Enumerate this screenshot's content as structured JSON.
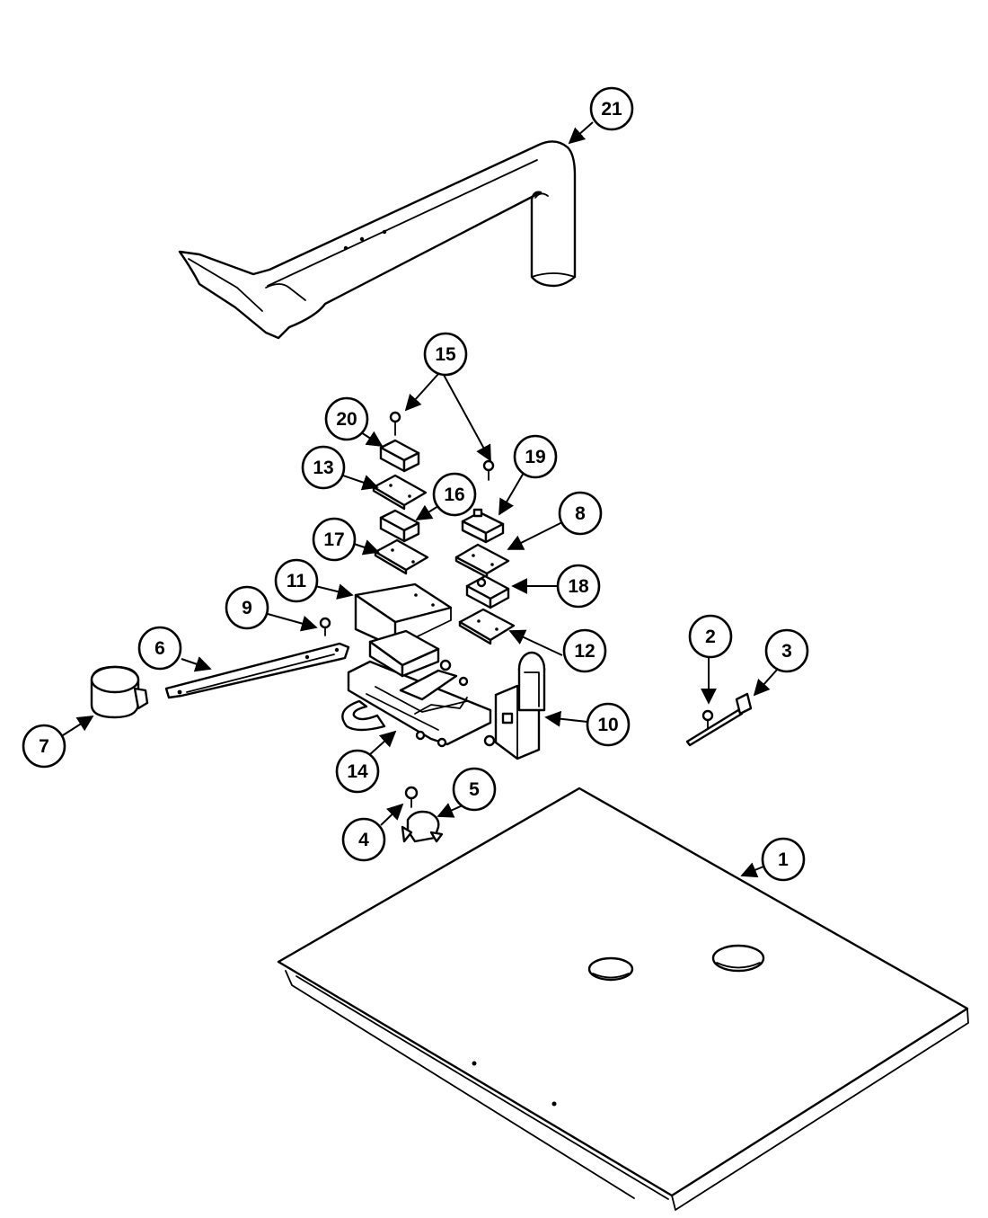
{
  "diagram": {
    "callouts": [
      {
        "id": "1",
        "label": "1"
      },
      {
        "id": "2",
        "label": "2"
      },
      {
        "id": "3",
        "label": "3"
      },
      {
        "id": "4",
        "label": "4"
      },
      {
        "id": "5",
        "label": "5"
      },
      {
        "id": "6",
        "label": "6"
      },
      {
        "id": "7",
        "label": "7"
      },
      {
        "id": "8",
        "label": "8"
      },
      {
        "id": "9",
        "label": "9"
      },
      {
        "id": "10",
        "label": "10"
      },
      {
        "id": "11",
        "label": "11"
      },
      {
        "id": "12",
        "label": "12"
      },
      {
        "id": "13",
        "label": "13"
      },
      {
        "id": "14",
        "label": "14"
      },
      {
        "id": "15",
        "label": "15"
      },
      {
        "id": "16",
        "label": "16"
      },
      {
        "id": "17",
        "label": "17"
      },
      {
        "id": "18",
        "label": "18"
      },
      {
        "id": "19",
        "label": "19"
      },
      {
        "id": "20",
        "label": "20"
      },
      {
        "id": "21",
        "label": "21"
      }
    ],
    "colors": {
      "line": "#000000",
      "background": "#ffffff"
    }
  }
}
